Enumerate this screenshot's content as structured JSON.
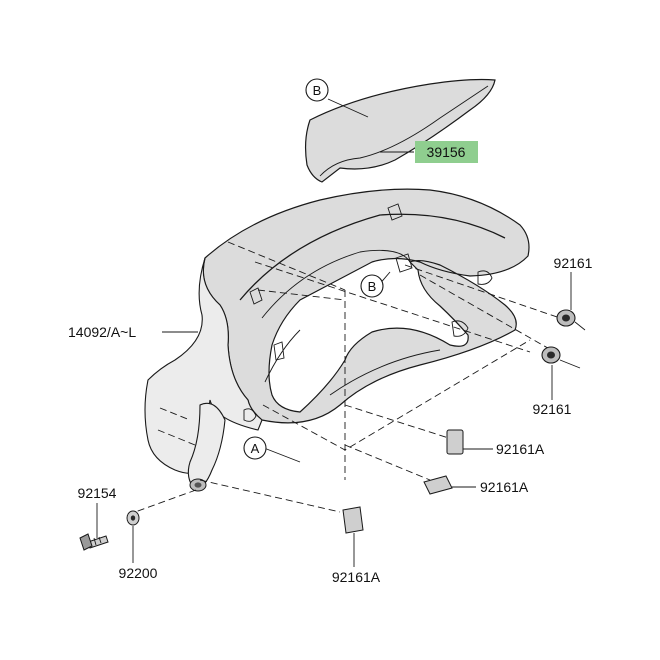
{
  "callouts": {
    "ref_b_top": "B",
    "ref_b_mid": "B",
    "ref_a": "A"
  },
  "parts": {
    "p39156": "39156",
    "p92161_upper": "92161",
    "p92161_lower": "92161",
    "p14092": "14092/A~L",
    "p92161A_mid": "92161A",
    "p92161A_right": "92161A",
    "p92154": "92154",
    "p92200": "92200",
    "p92161A_bottom": "92161A"
  },
  "colors": {
    "highlight": "#8fce8f"
  }
}
